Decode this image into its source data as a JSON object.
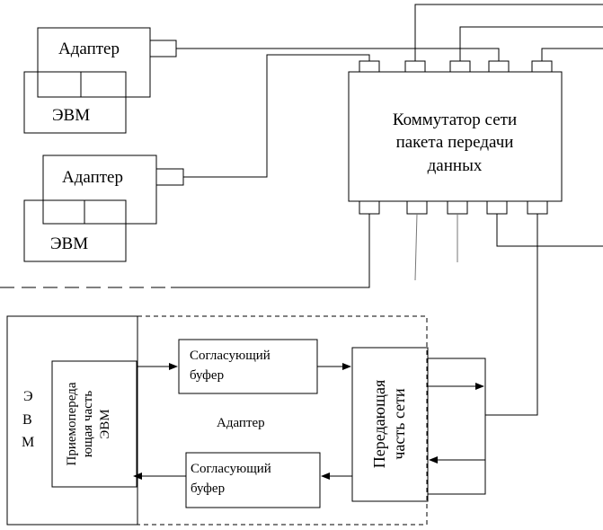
{
  "adapter1": {
    "adapter_label": "Адаптер",
    "computer_label": "ЭВМ"
  },
  "adapter2": {
    "adapter_label": "Адаптер",
    "computer_label": "ЭВМ"
  },
  "switch": {
    "line1": "Коммутатор сети",
    "line2": "пакета передачи",
    "line3": "данных"
  },
  "detail": {
    "computer_letters": [
      "Э",
      "В",
      "М"
    ],
    "transceiver_lines": [
      "Приемопереда",
      "ющая часть",
      "ЭВМ"
    ],
    "adapter_label": "Адаптер",
    "buffer_top": {
      "line1": "Согласующий",
      "line2": "буфер"
    },
    "buffer_bottom": {
      "line1": "Согласующий",
      "line2": "буфер"
    },
    "network_part_lines": [
      "Передающая",
      "часть сети"
    ]
  }
}
